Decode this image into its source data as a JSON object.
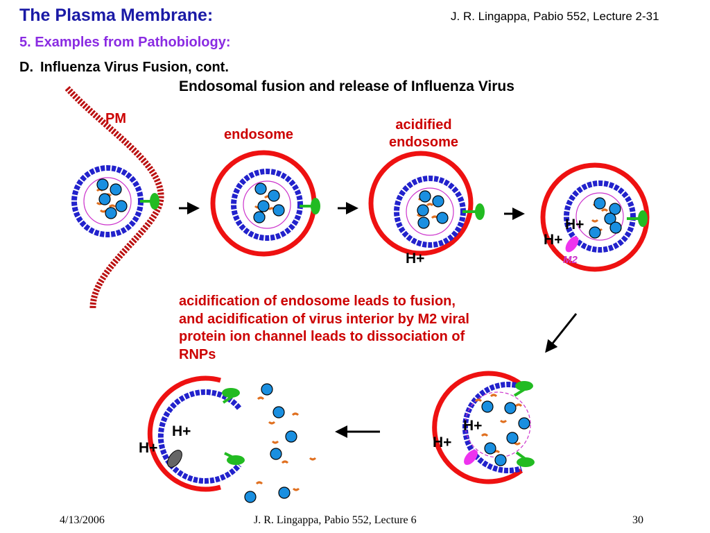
{
  "header": {
    "title": "The Plasma Membrane:",
    "course_ref": "J. R. Lingappa, Pabio 552, Lecture 2-31",
    "section": "5. Examples from Pathobiology:",
    "subsection_letter": "D.",
    "subsection_text": "Influenza Virus Fusion, cont."
  },
  "diagram": {
    "title": "Endosomal fusion and release of Influenza Virus",
    "labels": {
      "pm": "PM",
      "endosome": "endosome",
      "acidified_endosome": "acidified endosome",
      "m2": "M2"
    },
    "proton": "H+",
    "caption": "acidification of endosome leads to fusion, and acidification of virus interior by M2 viral protein ion channel leads to dissociation of RNPs",
    "colors": {
      "membrane_red": "#ee1111",
      "plasma_membrane": "#bb1111",
      "viral_envelope_blue": "#2222cc",
      "matrix_magenta": "#cc33cc",
      "rnp_protein": "#1a8fe0",
      "rna_orange": "#e07020",
      "ha_green": "#22bb22",
      "m2_channel": "#ee33ee",
      "closed_channel": "#666666"
    },
    "icons": [
      "arrow-right-icon",
      "arrow-down-left-icon",
      "arrow-left-icon",
      "hemagglutinin-icon",
      "m2-channel-icon",
      "rnp-icon"
    ]
  },
  "footer": {
    "date": "4/13/2006",
    "center": "J. R. Lingappa, Pabio 552, Lecture 6",
    "page": "30"
  }
}
